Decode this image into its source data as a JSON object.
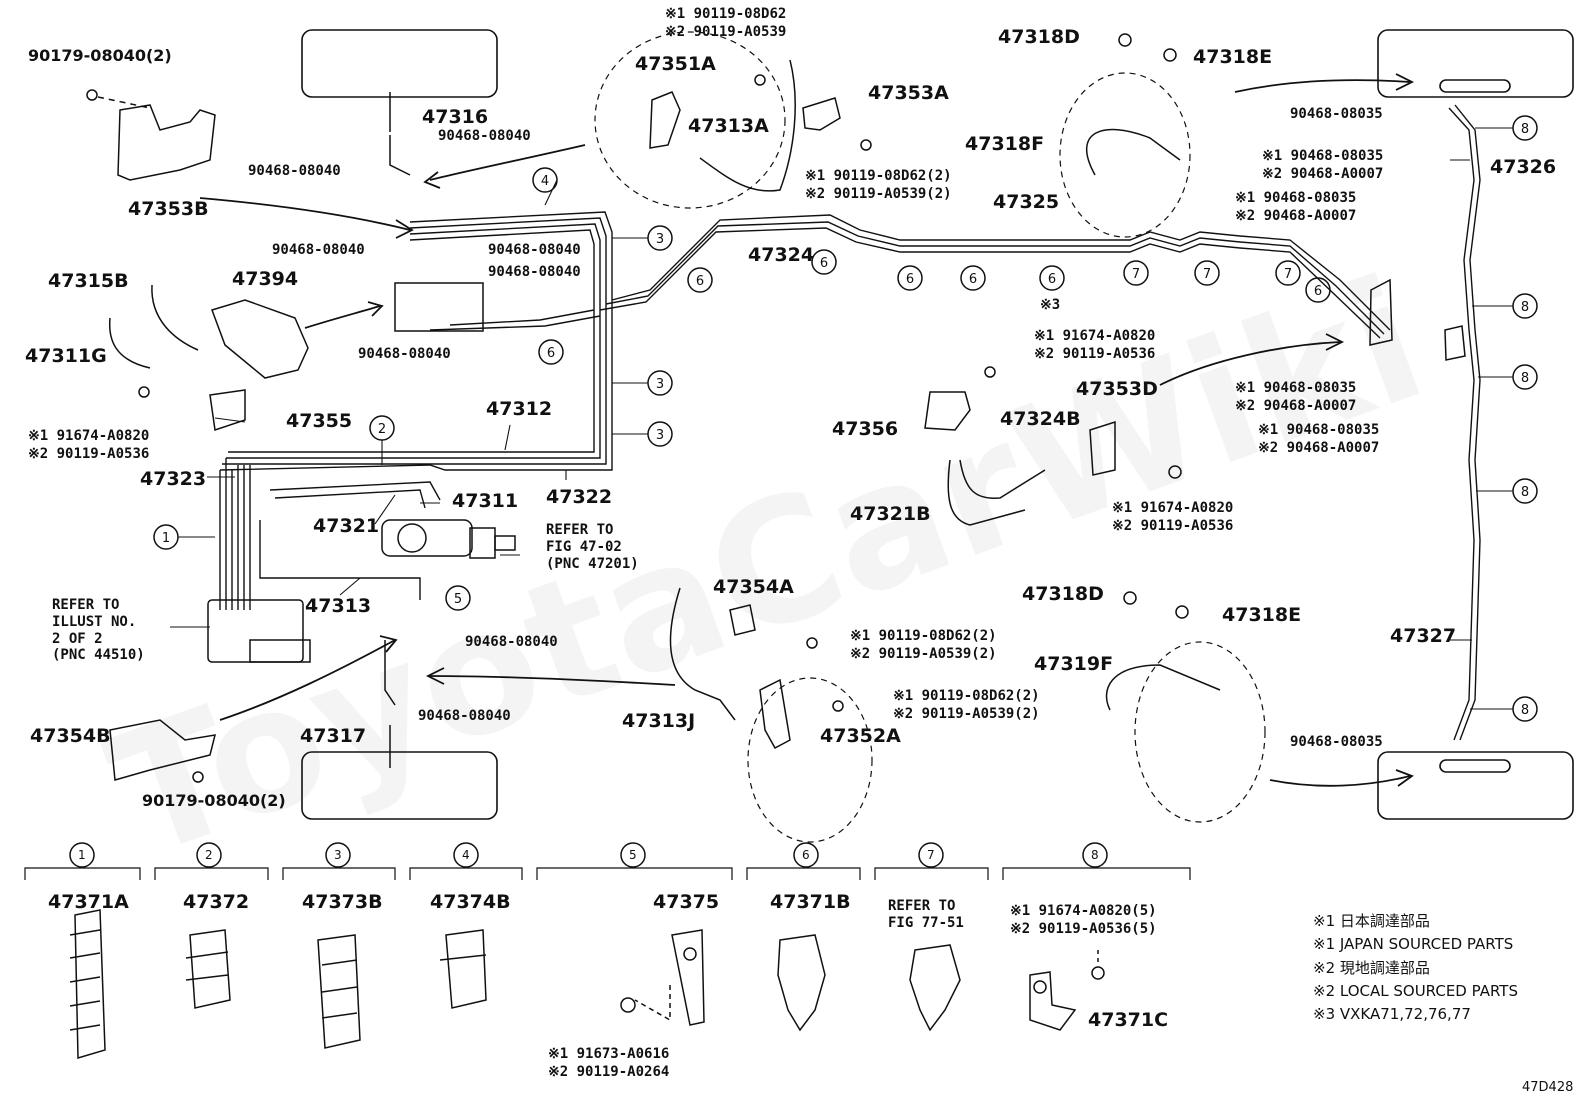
{
  "watermark": "ToyotaCarWiki",
  "drawing_ref": "47D428",
  "labels": {
    "p47353B": "47353B",
    "p90179a": "90179-08040(2)",
    "p47316": "47316",
    "p47351A": "47351A",
    "p47313A": "47313A",
    "p47353A": "47353A",
    "p47318D_top": "47318D",
    "p47318E_top": "47318E",
    "p47318F": "47318F",
    "p47326": "47326",
    "p47325": "47325",
    "p47324": "47324",
    "p47315B": "47315B",
    "p47394": "47394",
    "p47311G": "47311G",
    "p47355": "47355",
    "p47312": "47312",
    "p47323": "47323",
    "p47311": "47311",
    "p47321": "47321",
    "p47322": "47322",
    "p47313": "47313",
    "p47356": "47356",
    "p47324B": "47324B",
    "p47353D": "47353D",
    "p47321B": "47321B",
    "p47318D_bot": "47318D",
    "p47318E_bot": "47318E",
    "p47319F": "47319F",
    "p47327": "47327",
    "p47354A": "47354A",
    "p47354B": "47354B",
    "p47317": "47317",
    "p47313J": "47313J",
    "p47352A": "47352A",
    "p90179b": "90179-08040(2)"
  },
  "parts": {
    "c47351A_1": "※1 90119-08D62",
    "c47351A_2": "※2 90119-A0539",
    "c47353A_1": "※1 90119-08D62(2)",
    "c47353A_2": "※2 90119-A0539(2)",
    "clip_47316": "90468-08040",
    "clip_left": "90468-08040",
    "clip_mid_l": "90468-08040",
    "clip_mid_r": "90468-08040",
    "clip_mid_r2": "90468-08040",
    "clip_box": "90468-08040",
    "clip_top_r": "90468-08035",
    "r1_1": "※1 90468-08035",
    "r1_2": "※2 90468-A0007",
    "r2_1": "※1 90468-08035",
    "r2_2": "※2 90468-A0007",
    "r3_1": "※1 90468-08035",
    "r3_2": "※2 90468-A0007",
    "r4_1": "※1 90468-08035",
    "r4_2": "※2 90468-A0007",
    "c47355_1": "※1 91674-A0820",
    "c47355_2": "※2 90119-A0536",
    "c47356_1": "※1 91674-A0820",
    "c47356_2": "※2 90119-A0536",
    "c47353D_1": "※1 91674-A0820",
    "c47353D_2": "※2 90119-A0536",
    "clip_5": "90468-08040",
    "clip_47317": "90468-08040",
    "c47354A_1": "※1 90119-08D62(2)",
    "c47354A_2": "※2 90119-A0539(2)",
    "c47352A_1": "※1 90119-08D62(2)",
    "c47352A_2": "※2 90119-A0539(2)",
    "clip_bot_r": "90468-08035",
    "note3": "※3"
  },
  "refs": {
    "fig4702": "REFER TO\nFIG 47-02\n(PNC 47201)",
    "illust": "REFER TO\nILLUST NO.\n2 OF 2\n(PNC 44510)",
    "fig7751": "REFER TO\nFIG 77-51"
  },
  "clamps": [
    {
      "num": "1",
      "part": "47371A"
    },
    {
      "num": "2",
      "part": "47372"
    },
    {
      "num": "3",
      "part": "47373B"
    },
    {
      "num": "4",
      "part": "47374B"
    },
    {
      "num": "5",
      "part": "47375"
    },
    {
      "num": "6",
      "part": "47371B"
    },
    {
      "num": "7",
      "part": ""
    },
    {
      "num": "8",
      "part": "47371C"
    }
  ],
  "clamp5_bolt": [
    "※1 91673-A0616",
    "※2 90119-A0264"
  ],
  "clamp8_bolt": [
    "※1 91674-A0820(5)",
    "※2 90119-A0536(5)"
  ],
  "legend": [
    "※1 日本調達部品",
    "※1 JAPAN SOURCED PARTS",
    "※2 現地調達部品",
    "※2 LOCAL SOURCED PARTS",
    "※3  VXKA71,72,76,77"
  ]
}
